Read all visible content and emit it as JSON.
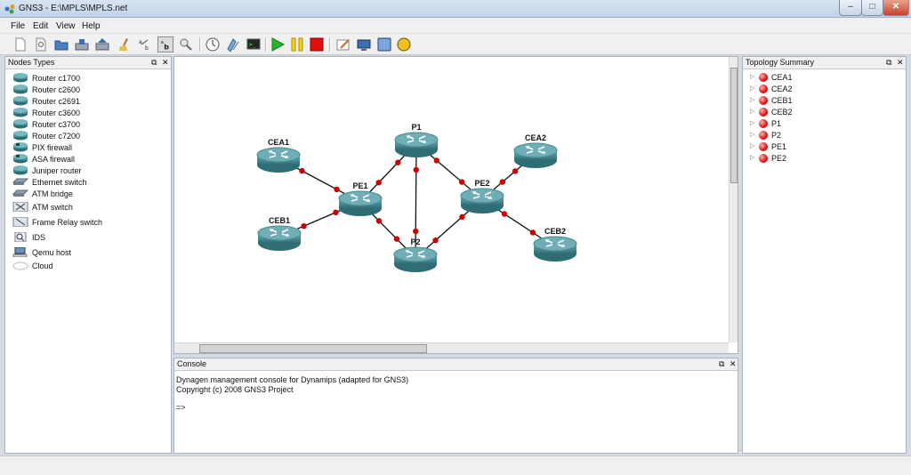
{
  "window": {
    "title": "GNS3 - E:\\MPLS\\MPLS.net"
  },
  "menu": [
    "File",
    "Edit",
    "View",
    "Help"
  ],
  "toolbar": {
    "icons": [
      "new-file-icon",
      "open-file-icon",
      "open-folder-icon",
      "save-icon",
      "save-as-icon",
      "clear-icon",
      "show-hostnames-icon",
      "add-link-icon",
      "capture-icon",
      "idle-pc-icon",
      "console-all-icon",
      "terminal-icon",
      "start-icon",
      "pause-icon",
      "stop-icon",
      "draw-note-icon",
      "screenshot-icon",
      "rectangle-icon",
      "ellipse-icon"
    ]
  },
  "nodes_panel": {
    "title": "Nodes Types",
    "items": [
      {
        "label": "Router c1700",
        "icon": "router-icon"
      },
      {
        "label": "Router c2600",
        "icon": "router-icon"
      },
      {
        "label": "Router c2691",
        "icon": "router-icon"
      },
      {
        "label": "Router c3600",
        "icon": "router-icon"
      },
      {
        "label": "Router c3700",
        "icon": "router-icon"
      },
      {
        "label": "Router c7200",
        "icon": "router-icon"
      },
      {
        "label": "PIX firewall",
        "icon": "firewall-icon"
      },
      {
        "label": "ASA firewall",
        "icon": "firewall-icon"
      },
      {
        "label": "Juniper router",
        "icon": "router-icon"
      },
      {
        "label": "Ethernet switch",
        "icon": "switch-icon"
      },
      {
        "label": "ATM bridge",
        "icon": "switch-icon"
      },
      {
        "label": "ATM switch",
        "icon": "atm-switch-icon"
      },
      {
        "label": "Frame Relay switch",
        "icon": "frame-relay-icon"
      },
      {
        "label": "IDS",
        "icon": "ids-icon"
      },
      {
        "label": "Qemu host",
        "icon": "computer-icon"
      },
      {
        "label": "Cloud",
        "icon": "cloud-icon"
      }
    ]
  },
  "topology": {
    "routers": [
      {
        "id": "CEA1",
        "label": "CEA1"
      },
      {
        "id": "CEB1",
        "label": "CEB1"
      },
      {
        "id": "PE1",
        "label": "PE1"
      },
      {
        "id": "P1",
        "label": "P1"
      },
      {
        "id": "P2",
        "label": "P2"
      },
      {
        "id": "PE2",
        "label": "PE2"
      },
      {
        "id": "CEA2",
        "label": "CEA2"
      },
      {
        "id": "CEB2",
        "label": "CEB2"
      }
    ],
    "links": [
      [
        "CEA1",
        "PE1"
      ],
      [
        "CEB1",
        "PE1"
      ],
      [
        "PE1",
        "P1"
      ],
      [
        "PE1",
        "P2"
      ],
      [
        "P1",
        "P2"
      ],
      [
        "P1",
        "PE2"
      ],
      [
        "P2",
        "PE2"
      ],
      [
        "PE2",
        "CEA2"
      ],
      [
        "PE2",
        "CEB2"
      ]
    ]
  },
  "topology_summary": {
    "title": "Topology Summary",
    "items": [
      "CEA1",
      "CEA2",
      "CEB1",
      "CEB2",
      "P1",
      "P2",
      "PE1",
      "PE2"
    ]
  },
  "console": {
    "title": "Console",
    "lines": [
      "Dynagen management console for Dynamips (adapted for GNS3)",
      "Copyright (c) 2008 GNS3 Project",
      "",
      "=>"
    ]
  },
  "colors": {
    "link_dot": "#cc0000",
    "router_body": "#4a8c94",
    "status_red": "#e01010"
  }
}
